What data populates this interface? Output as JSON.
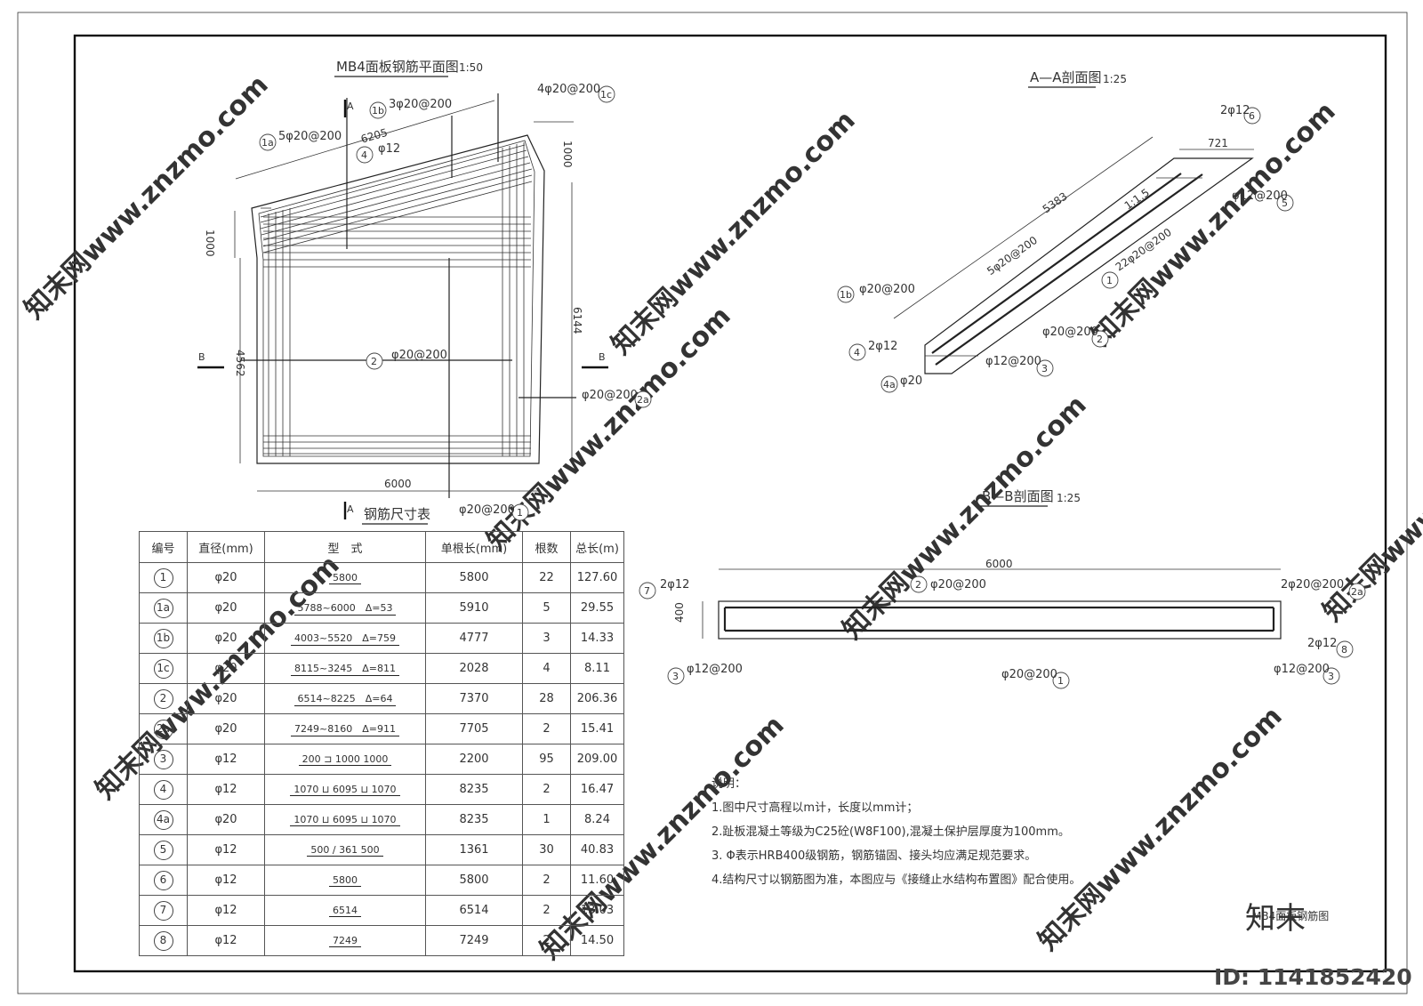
{
  "plan": {
    "title": "MB4面板钢筋平面图",
    "scale": "1:50",
    "cut_a": "A",
    "cut_b": "B",
    "dim_6205": "6205",
    "dim_1000_left": "1000",
    "dim_1000_right": "1000",
    "dim_4562": "4562",
    "dim_6144": "6144",
    "dim_6000": "6000",
    "callouts": [
      {
        "id": "1a",
        "text": "5φ20@200"
      },
      {
        "id": "1b",
        "text": "3φ20@200"
      },
      {
        "id": "1c",
        "text": "4φ20@200"
      },
      {
        "id": "4",
        "text": "φ12"
      },
      {
        "id": "2",
        "text": "φ20@200"
      },
      {
        "id": "2a",
        "text": "φ20@200"
      },
      {
        "id": "1",
        "text": "φ20@200"
      }
    ]
  },
  "section_aa": {
    "title": "A—A剖面图",
    "scale": "1:25",
    "dim_5383": "5383",
    "dim_721": "721",
    "slope": "1:1.5",
    "callouts": [
      {
        "id": "6",
        "text": "2φ12"
      },
      {
        "id": "5",
        "text": "φ12@200"
      },
      {
        "id": "1a",
        "text": "5φ20@200"
      },
      {
        "id": "1",
        "text": "22φ20@200"
      },
      {
        "id": "1b",
        "text": "φ20@200"
      },
      {
        "id": "2",
        "text": "φ20@200"
      },
      {
        "id": "4",
        "text": "2φ12"
      },
      {
        "id": "3",
        "text": "φ12@200"
      },
      {
        "id": "4a",
        "text": "φ20"
      }
    ]
  },
  "section_bb": {
    "title": "B—B剖面图",
    "scale": "1:25",
    "dim_6000": "6000",
    "dim_400": "400",
    "callouts": [
      {
        "id": "7",
        "text": "2φ12"
      },
      {
        "id": "2",
        "text": "φ20@200"
      },
      {
        "id": "2a",
        "text": "2φ20@200"
      },
      {
        "id": "8",
        "text": "2φ12"
      },
      {
        "id": "3",
        "text": "φ12@200"
      },
      {
        "id": "1",
        "text": "φ20@200"
      },
      {
        "id": "3r",
        "text": "φ12@200"
      }
    ]
  },
  "table": {
    "title": "钢筋尺寸表",
    "headers": [
      "编号",
      "直径(mm)",
      "型　式",
      "单根长(mm)",
      "根数",
      "总长(m)"
    ],
    "rows": [
      {
        "id": "1",
        "dia": "φ20",
        "shape": "5800",
        "len": "5800",
        "count": "22",
        "total": "127.60"
      },
      {
        "id": "1a",
        "dia": "φ20",
        "shape": "5788~6000　Δ=53",
        "len": "5910",
        "count": "5",
        "total": "29.55"
      },
      {
        "id": "1b",
        "dia": "φ20",
        "shape": "4003~5520　Δ=759",
        "len": "4777",
        "count": "3",
        "total": "14.33"
      },
      {
        "id": "1c",
        "dia": "φ20",
        "shape": "8115~3245　Δ=811",
        "len": "2028",
        "count": "4",
        "total": "8.11"
      },
      {
        "id": "2",
        "dia": "φ20",
        "shape": "6514~8225　Δ=64",
        "len": "7370",
        "count": "28",
        "total": "206.36"
      },
      {
        "id": "2a",
        "dia": "φ20",
        "shape": "7249~8160　Δ=911",
        "len": "7705",
        "count": "2",
        "total": "15.41"
      },
      {
        "id": "3",
        "dia": "φ12",
        "shape": "200 ⊐ 1000 1000",
        "len": "2200",
        "count": "95",
        "total": "209.00"
      },
      {
        "id": "4",
        "dia": "φ12",
        "shape": "1070 ⊔ 6095 ⊔ 1070",
        "len": "8235",
        "count": "2",
        "total": "16.47"
      },
      {
        "id": "4a",
        "dia": "φ20",
        "shape": "1070 ⊔ 6095 ⊔ 1070",
        "len": "8235",
        "count": "1",
        "total": "8.24"
      },
      {
        "id": "5",
        "dia": "φ12",
        "shape": "500 ∕ 361 500",
        "len": "1361",
        "count": "30",
        "total": "40.83"
      },
      {
        "id": "6",
        "dia": "φ12",
        "shape": "5800",
        "len": "5800",
        "count": "2",
        "total": "11.60"
      },
      {
        "id": "7",
        "dia": "φ12",
        "shape": "6514",
        "len": "6514",
        "count": "2",
        "total": "13.03"
      },
      {
        "id": "8",
        "dia": "φ12",
        "shape": "7249",
        "len": "7249",
        "count": "2",
        "total": "14.50"
      }
    ]
  },
  "notes": {
    "heading": "说明：",
    "items": [
      "1.图中尺寸高程以m计，长度以mm计；",
      "2.趾板混凝土等级为C25砼(W8F100),混凝土保护层厚度为100mm。",
      "3. Φ表示HRB400级钢筋，钢筋锚固、接头均应满足规范要求。",
      "4.结构尺寸以钢筋图为准，本图应与《接缝止水结构布置图》配合使用。"
    ]
  },
  "title_block": {
    "drawing_name": "MB4面板钢筋图"
  },
  "logo": "知末",
  "id_label": "ID: 1141852420",
  "watermark": "知末网www.znzmo.com"
}
